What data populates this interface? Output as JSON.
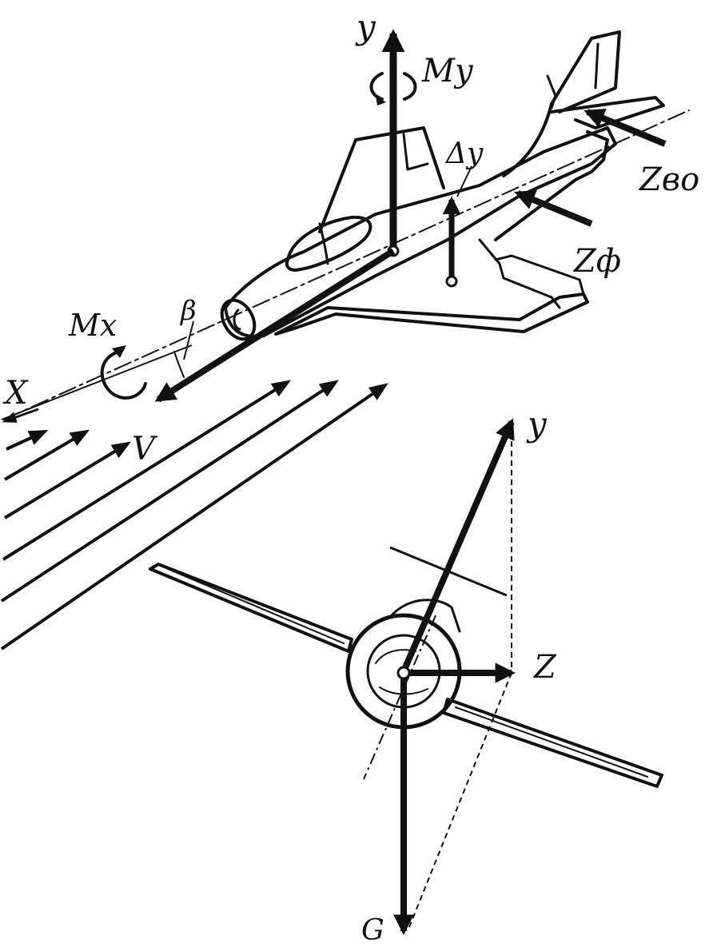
{
  "labels": {
    "y_top": "y",
    "my": "My",
    "delta_y": "Δy",
    "z_vo": "Zво",
    "z_f": "Zф",
    "mx": "Mx",
    "beta": "β",
    "x": "X",
    "v": "V",
    "y_bottom": "y",
    "z": "Z",
    "g": "G"
  },
  "colors": {
    "ink": "#111111",
    "paper": "#ffffff"
  }
}
